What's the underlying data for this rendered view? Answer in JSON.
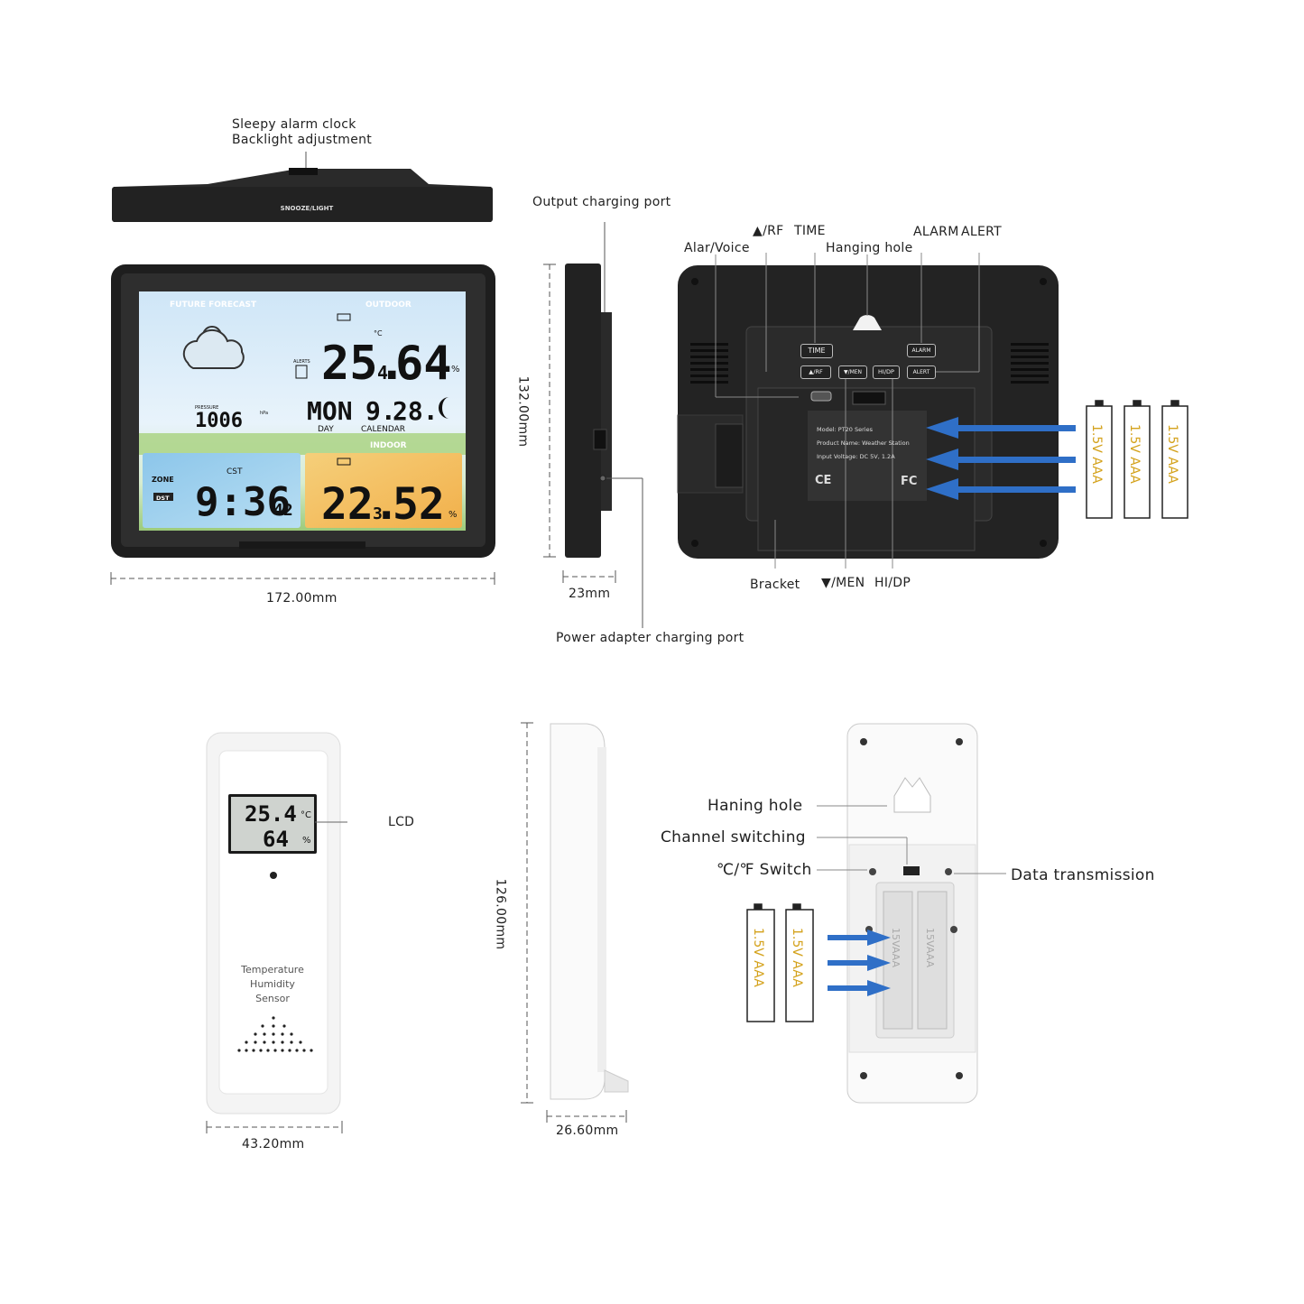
{
  "top_view": {
    "callout": [
      "Sleepy alarm clock",
      "Backlight adjustment"
    ],
    "button_label": "SNOOZE/LIGHT"
  },
  "front_display": {
    "forecast_title": "FUTURE FORECAST",
    "outdoor_title": "OUTDOOR",
    "indoor_title": "INDOOR",
    "outdoor_temp": "25.",
    "outdoor_temp_dec": "4",
    "outdoor_hum": "64",
    "unit_c": "°C",
    "unit_rh": "%",
    "alerts": "ALERTS",
    "pressure_label": "PRESSURE",
    "pressure_value": "1006",
    "pressure_unit": "hPa",
    "day_value": "MON",
    "day_label": "DAY",
    "date_value": "9.",
    "date_day": "28.",
    "calendar_label": "CALENDAR",
    "zone_label": "ZONE",
    "dst_label": "DST",
    "cst_label": "CST",
    "time_value": "9:36",
    "seconds_value": "42",
    "indoor_temp": "22.",
    "indoor_temp_dec": "3",
    "indoor_hum": "52",
    "width_dim": "172.00mm",
    "height_dim": "132.00mm"
  },
  "side_view": {
    "output_port": "Output charging port",
    "depth_dim": "23mm",
    "power_port": "Power adapter charging port"
  },
  "back_view": {
    "labels": {
      "alar_voice": "Alar/Voice",
      "rf": "▲/RF",
      "time": "TIME",
      "hanging_hole": "Hanging hole",
      "alarm": "ALARM",
      "alert": "ALERT",
      "bracket": "Bracket",
      "men": "▼/MEN",
      "hidp": "HI/DP"
    },
    "buttons": {
      "time": "TIME",
      "alarm": "ALARM",
      "rf": "▲/RF",
      "men": "▼/MEN",
      "hidp": "HI/DP",
      "alert": "ALERT"
    },
    "plate": {
      "model": "Model: PT20 Series",
      "product": "Product Name: Weather Station",
      "input": "Input Voltage: DC 5V, 1.2A"
    },
    "battery_label": "1.5V AAA"
  },
  "sensor_front": {
    "lcd_temp": "25.4",
    "lcd_temp_unit": "°C",
    "lcd_hum": "64",
    "lcd_hum_unit": "%",
    "lcd_label": "LCD",
    "text_lines": [
      "Temperature",
      "Humidity",
      "Sensor"
    ],
    "width_dim": "43.20mm"
  },
  "sensor_side": {
    "height_dim": "126.00mm",
    "depth_dim": "26.60mm"
  },
  "sensor_back": {
    "haning_hole": "Haning hole",
    "channel": "Channel switching",
    "cf_switch": "℃/℉ Switch",
    "data_tx": "Data transmission",
    "battery_label": "1.5V AAA",
    "inner_battery_label": "15VAAA"
  }
}
